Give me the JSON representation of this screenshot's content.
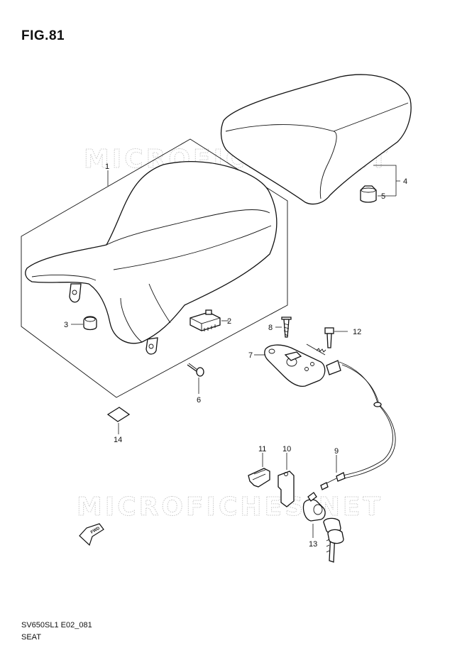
{
  "figure": {
    "title": "FIG.81"
  },
  "watermark": {
    "text": "MICROFICHES.NET"
  },
  "footer": {
    "code": "SV650SL1 E02_081",
    "caption": "SEAT"
  },
  "fwd_arrow": {
    "label": "FWD"
  },
  "callouts": [
    {
      "id": "1",
      "label": "1"
    },
    {
      "id": "2",
      "label": "2"
    },
    {
      "id": "3",
      "label": "3"
    },
    {
      "id": "4",
      "label": "4"
    },
    {
      "id": "5",
      "label": "5"
    },
    {
      "id": "6",
      "label": "6"
    },
    {
      "id": "7",
      "label": "7"
    },
    {
      "id": "8",
      "label": "8"
    },
    {
      "id": "9",
      "label": "9"
    },
    {
      "id": "10",
      "label": "10"
    },
    {
      "id": "11",
      "label": "11"
    },
    {
      "id": "12",
      "label": "12"
    },
    {
      "id": "13",
      "label": "13"
    },
    {
      "id": "14",
      "label": "14"
    }
  ]
}
